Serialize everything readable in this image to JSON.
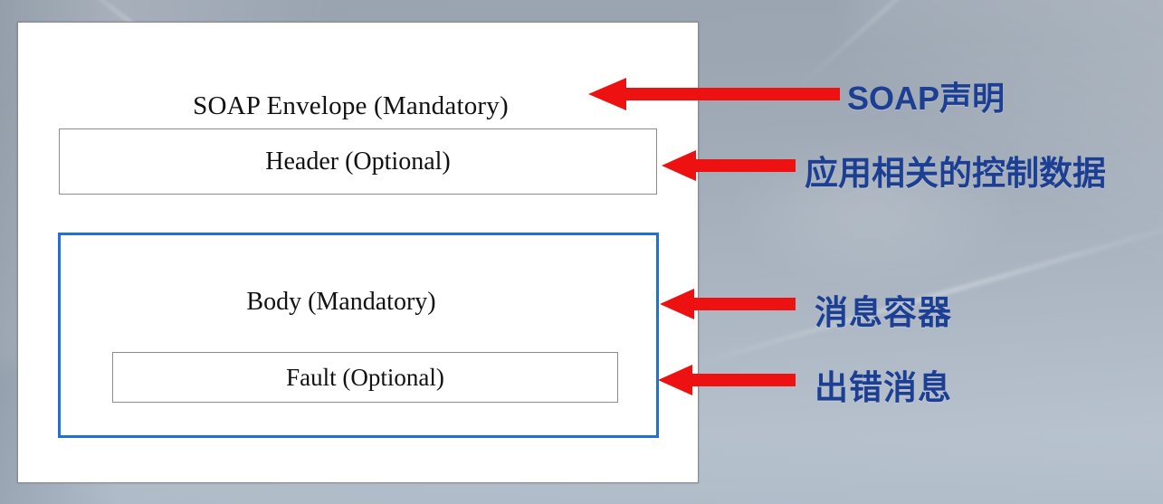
{
  "background": {
    "base_color": "#9ba6b2",
    "tint_bottom": "#bcc6d2"
  },
  "diagram": {
    "panel_bg": "#ffffff",
    "panel_border": "#8a8a8a",
    "envelope": {
      "label": "SOAP Envelope (Mandatory)"
    },
    "header": {
      "label": "Header (Optional)",
      "border_color": "#8c8c8c"
    },
    "body": {
      "label": "Body (Mandatory)",
      "border_color": "#1f6fe0"
    },
    "fault": {
      "label": "Fault (Optional)",
      "border_color": "#8c8c8c"
    }
  },
  "arrow_color": "#ee1111",
  "annotations": [
    {
      "text": "SOAP声明",
      "target": "SOAP Envelope (Mandatory)"
    },
    {
      "text": "应用相关的控制数据",
      "target": "Header (Optional)"
    },
    {
      "text": "消息容器",
      "target": "Body (Mandatory)"
    },
    {
      "text": "出错消息",
      "target": "Fault (Optional)"
    }
  ],
  "annotation_color": "#1c3f94"
}
